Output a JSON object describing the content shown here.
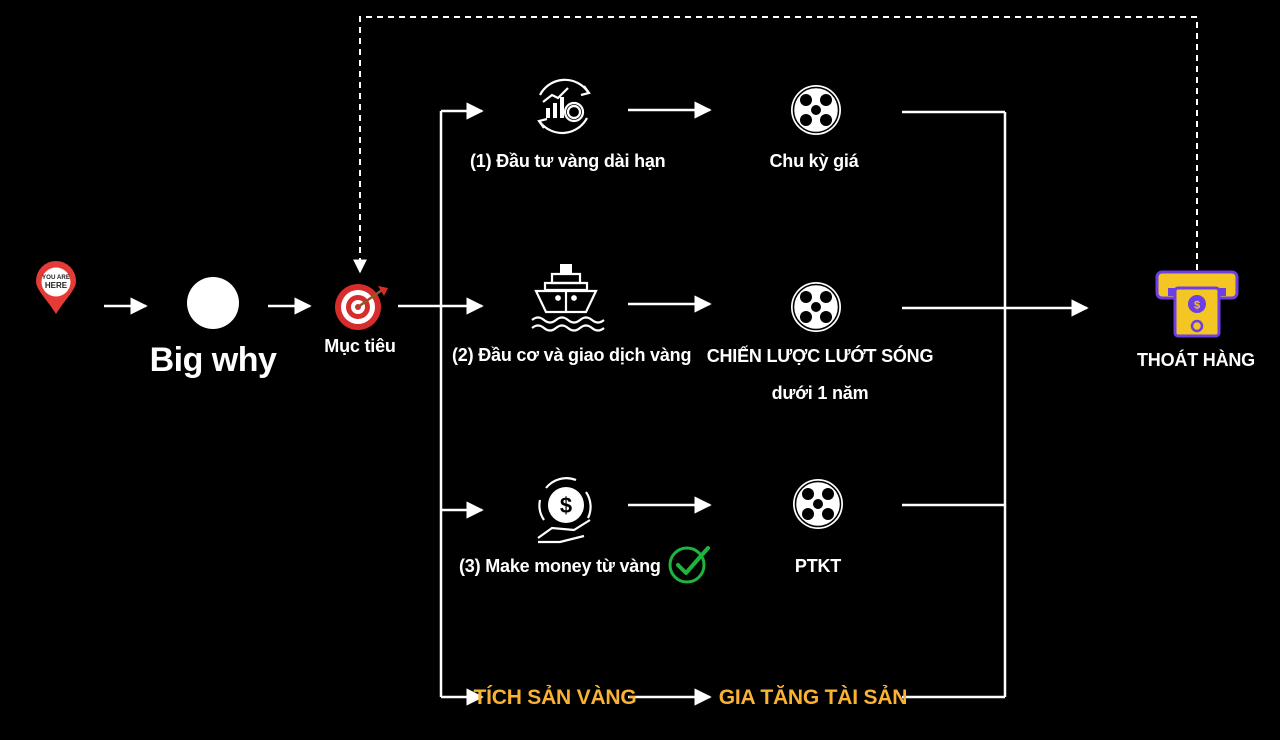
{
  "start_marker": {
    "line1": "YOU ARE",
    "line2": "HERE",
    "color": "#e63a36"
  },
  "big_why": {
    "label": "Big why"
  },
  "goal": {
    "label": "Mục tiêu"
  },
  "branches": [
    {
      "number": "(1)",
      "label": "Đầu tư vàng dài hạn",
      "icon": "investment-growth-icon",
      "strategy": "Chu kỳ giá"
    },
    {
      "number": "(2)",
      "label": "Đầu cơ và giao dịch vàng",
      "icon": "ship-icon",
      "strategy_line1": "CHIẾN LƯỢC LƯỚT SÓNG",
      "strategy_line2": "dưới 1 năm"
    },
    {
      "number": "(3)",
      "label": "Make money từ vàng",
      "icon": "money-hand-icon",
      "strategy": "PTKT",
      "checked": true
    }
  ],
  "bottom_row": {
    "left": "TÍCH SẢN VÀNG",
    "right": "GIA TĂNG TÀI SẢN"
  },
  "exit": {
    "label": "THOÁT HÀNG",
    "icon": "atm-withdraw-icon"
  },
  "coin_symbol": "$",
  "colors": {
    "background": "#000000",
    "text": "#ffffff",
    "highlight": "#f9b233",
    "check": "#1fb53c",
    "target_red": "#d62c2c",
    "atm_yellow": "#f3c623",
    "atm_purple": "#6c3ee6"
  }
}
